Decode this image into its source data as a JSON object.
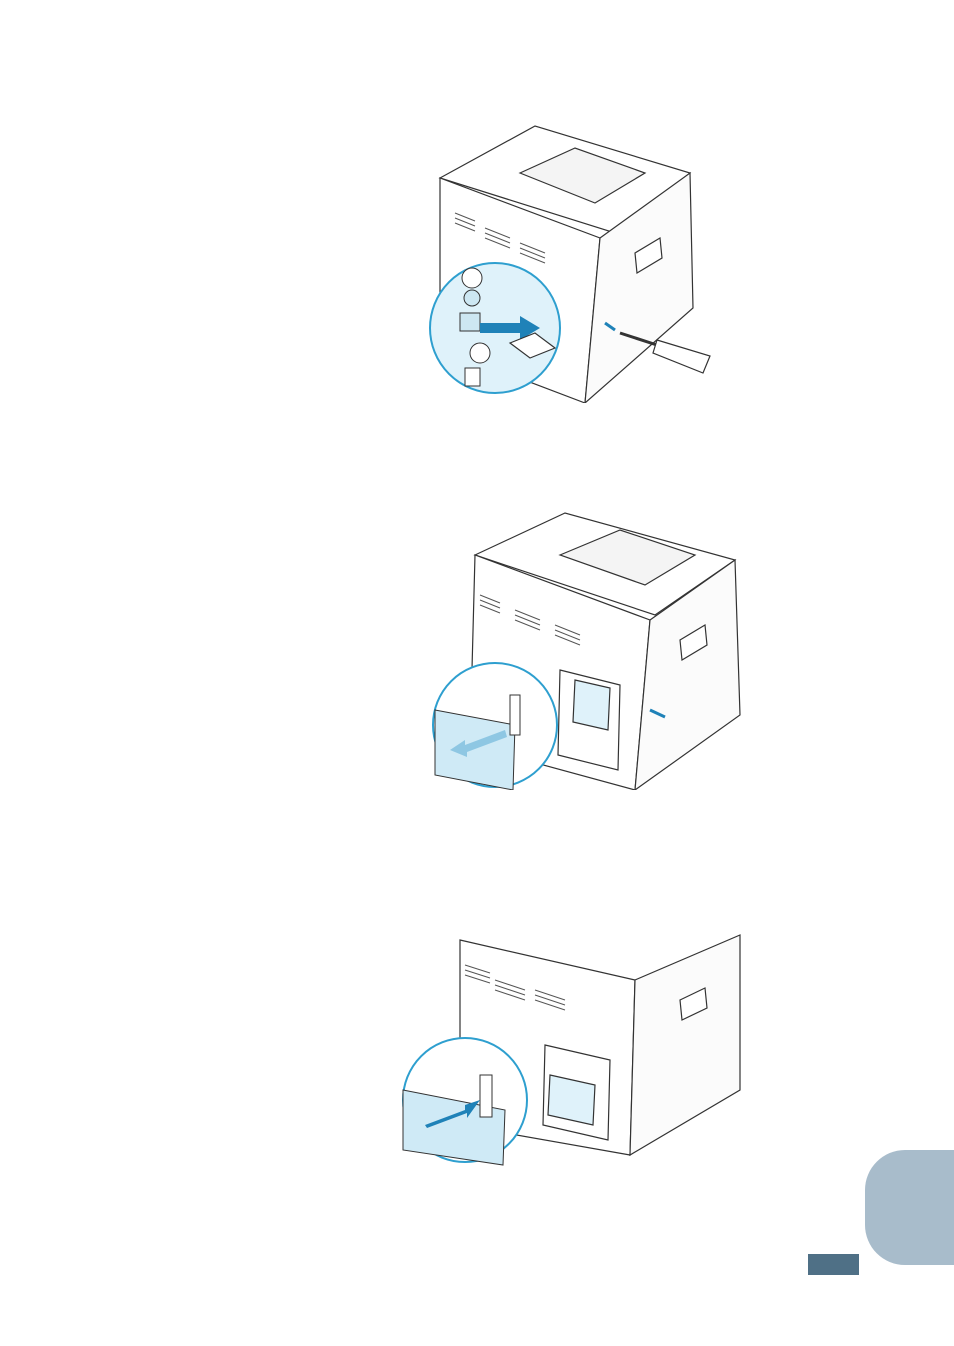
{
  "page": {
    "background": "#ffffff",
    "accent_color": "#a8bccb",
    "page_number_box_color": "#4f7086"
  },
  "figures": [
    {
      "name": "printer-rear-remove-screw-illustration",
      "icon": "screwdriver-icon"
    },
    {
      "name": "printer-rear-remove-control-board-cover-illustration",
      "icon": "cover-panel-icon"
    },
    {
      "name": "printer-rear-insert-card-illustration",
      "icon": "card-insert-icon"
    }
  ]
}
